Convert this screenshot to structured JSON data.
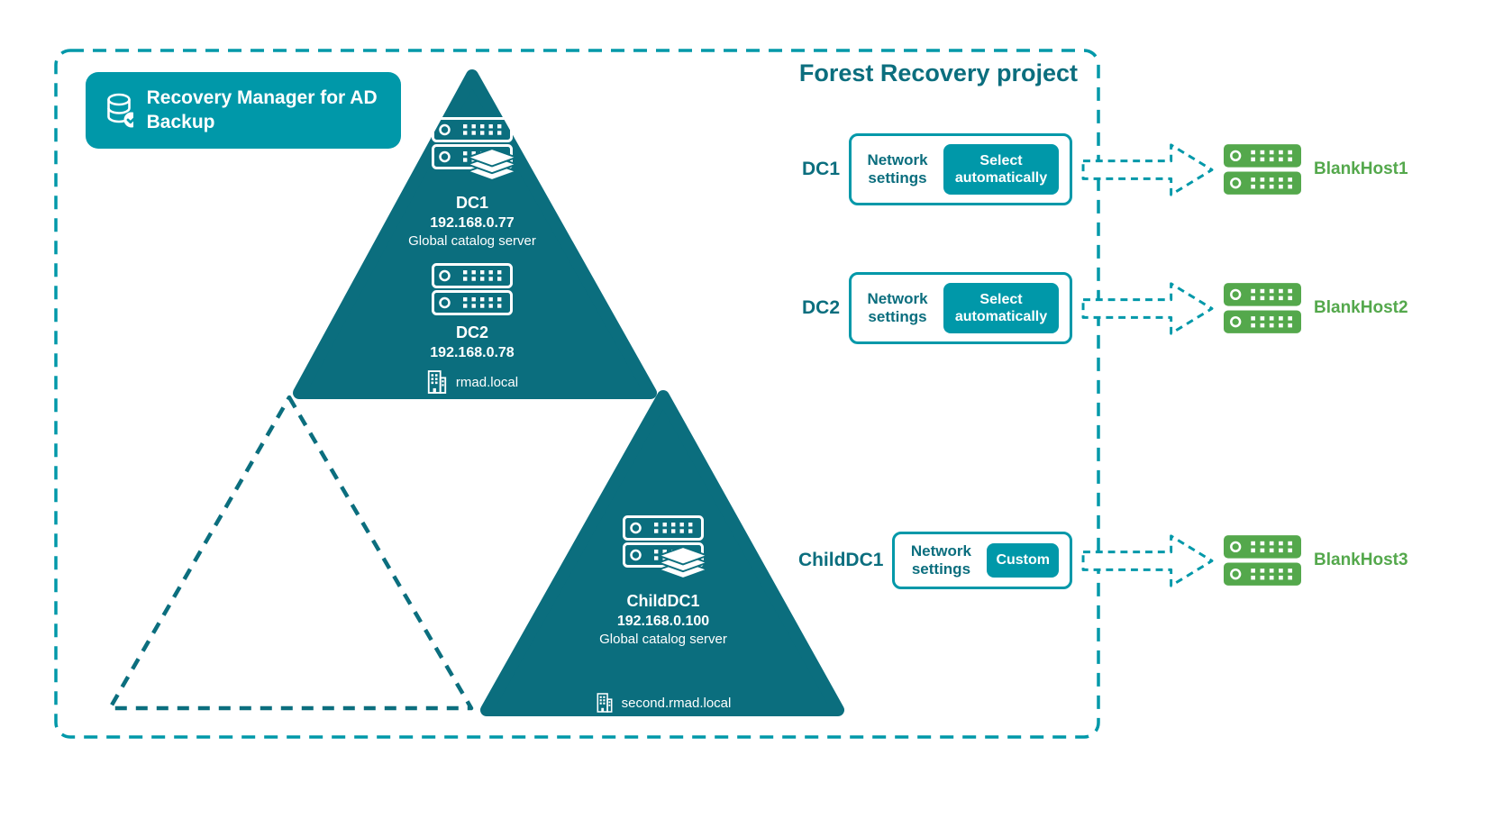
{
  "title": "Forest Recovery project",
  "badge": {
    "label": "Recovery Manager for AD Backup"
  },
  "colors": {
    "teal": "#0098A9",
    "teal_dark": "#0B6E7E",
    "green": "#54A84C"
  },
  "icons": {
    "badge": "database-check-icon",
    "server": "server-icon",
    "backup": "backup-stack-icon",
    "domain": "building-icon",
    "arrow": "dashed-arrow-right-icon",
    "host": "green-server-icon"
  },
  "forest": {
    "domains": [
      {
        "name": "rmad.local",
        "dcs": [
          {
            "name": "DC1",
            "ip": "192.168.0.77",
            "role": "Global catalog server"
          },
          {
            "name": "DC2",
            "ip": "192.168.0.78"
          }
        ]
      },
      {
        "name": "second.rmad.local",
        "dcs": [
          {
            "name": "ChildDC1",
            "ip": "192.168.0.100",
            "role": "Global catalog server"
          }
        ]
      }
    ]
  },
  "recovery_rows": [
    {
      "dc": "DC1",
      "settings_label": "Network settings",
      "button_label": "Select automatically",
      "target": "BlankHost1"
    },
    {
      "dc": "DC2",
      "settings_label": "Network settings",
      "button_label": "Select automatically",
      "target": "BlankHost2"
    },
    {
      "dc": "ChildDC1",
      "settings_label": "Network settings",
      "button_label": "Custom",
      "target": "BlankHost3"
    }
  ]
}
